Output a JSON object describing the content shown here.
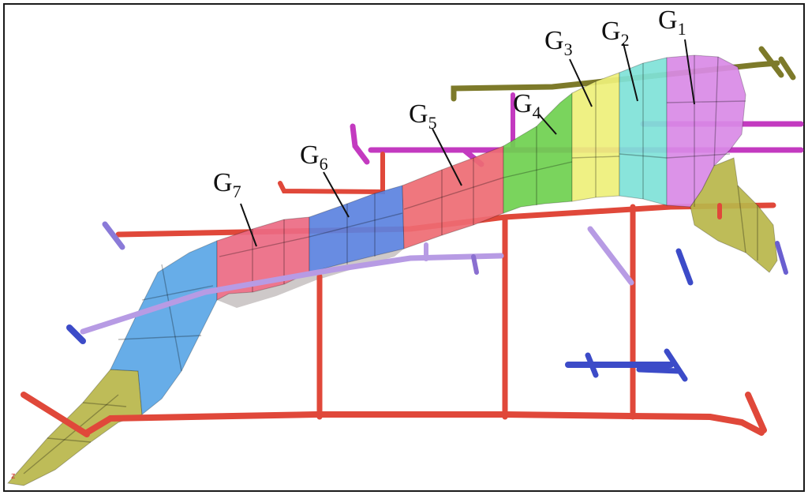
{
  "diagram": {
    "segments": [
      {
        "id": "g1",
        "label": "G",
        "sub": "1",
        "color": "#d98ae6"
      },
      {
        "id": "g2",
        "label": "G",
        "sub": "2",
        "color": "#7fe2d8"
      },
      {
        "id": "g3",
        "label": "G",
        "sub": "3",
        "color": "#eef07a"
      },
      {
        "id": "g4",
        "label": "G",
        "sub": "4",
        "color": "#6fd04f"
      },
      {
        "id": "g5",
        "label": "G",
        "sub": "5",
        "color": "#ee6b73"
      },
      {
        "id": "g6",
        "label": "G",
        "sub": "6",
        "color": "#5b82e0"
      },
      {
        "id": "g7",
        "label": "G",
        "sub": "7",
        "color": "#ec6a83"
      },
      {
        "id": "g8",
        "label": "",
        "sub": "",
        "color": "#5aa6e6"
      }
    ],
    "end_color": "#b8b64a",
    "pipe_colors": {
      "red": "#e0483a",
      "magenta": "#c33ac0",
      "olive": "#7d7a2a",
      "blue": "#3c4bc8",
      "lavender": "#b79be4"
    },
    "axis_marker": "z"
  }
}
